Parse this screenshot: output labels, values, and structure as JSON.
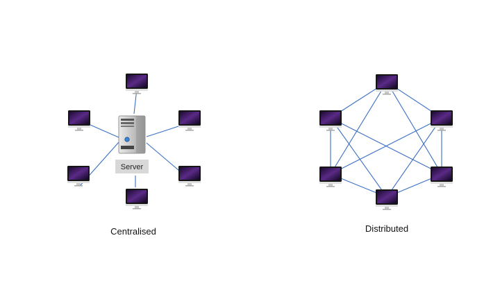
{
  "diagrams": {
    "centralised": {
      "caption": "Centralised",
      "server_label": "Server",
      "topology": "star",
      "node_count": 6
    },
    "distributed": {
      "caption": "Distributed",
      "topology": "mesh",
      "node_count": 6
    }
  },
  "colors": {
    "link": "#3a6fc4",
    "screen": "#3b1a5a",
    "bezel": "#151515",
    "stand": "#c8c8c8",
    "server_box": "#d8d8d8"
  },
  "icons": {
    "node": "monitor-icon",
    "server": "server-tower-icon"
  }
}
